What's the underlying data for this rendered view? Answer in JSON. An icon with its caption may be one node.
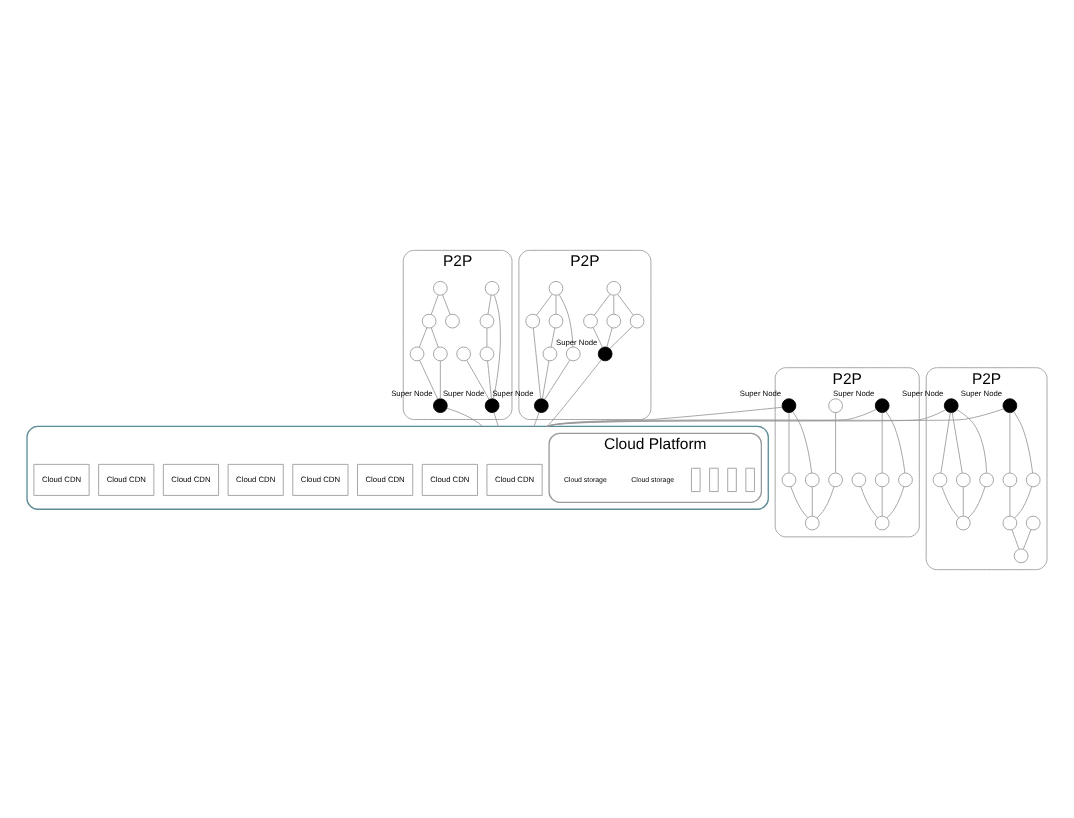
{
  "diagram": {
    "nodes": [
      {
        "text": [
          "P2P"
        ]
      },
      {
        "text": [],
        "shape": "circle",
        "in": 0
      },
      {
        "text": [],
        "shape": "circle",
        "in": 0
      },
      {
        "text": [],
        "shape": "circle",
        "in": 0
      },
      {
        "text": [],
        "shape": "circle",
        "in": 0
      },
      {
        "text": [],
        "shape": "circle",
        "in": 0,
        "beside": [
          "Super Node"
        ]
      },
      {
        "text": [],
        "shape": "circle",
        "in": 0
      },
      {
        "text": [],
        "shape": "circle",
        "in": 0
      },
      {
        "text": [],
        "shape": "circle",
        "in": 0
      },
      {
        "text": [],
        "shape": "circle",
        "in": 0
      },
      {
        "text": [],
        "shape": "circle",
        "in": 0
      },
      {
        "text": [],
        "shape": "circle",
        "in": 0,
        "beside": [
          "Super Node"
        ]
      },
      {
        "text": [
          "P2P"
        ]
      },
      {
        "text": [],
        "shape": "circle",
        "in": 12
      },
      {
        "text": [],
        "shape": "circle",
        "in": 12
      },
      {
        "text": [],
        "shape": "circle",
        "in": 12
      },
      {
        "text": [],
        "shape": "circle",
        "in": 12
      },
      {
        "text": [],
        "shape": "circle",
        "in": 12
      },
      {
        "text": [],
        "shape": "circle",
        "in": 12,
        "beside": [
          "Super Node"
        ]
      },
      {
        "text": [],
        "shape": "circle",
        "in": 12
      },
      {
        "text": [],
        "shape": "circle",
        "in": 12
      },
      {
        "text": [],
        "shape": "circle",
        "in": 12
      },
      {
        "text": [],
        "shape": "circle",
        "in": 12
      },
      {
        "text": [],
        "shape": "circle",
        "in": 12,
        "beside": [
          "Super Node"
        ]
      },
      {
        "text": [],
        "shape": "cloud"
      },
      {
        "text": [
          "Cloud CDN"
        ],
        "in": 24
      },
      {
        "text": [
          "Cloud CDN"
        ],
        "in": 24
      },
      {
        "text": [
          "Cloud CDN"
        ],
        "in": 24
      },
      {
        "text": [
          "Cloud CDN"
        ],
        "in": 24
      },
      {
        "text": [
          "Cloud Platform"
        ],
        "in": 24
      },
      {
        "text": [],
        "shape": "box",
        "in": 29
      },
      {
        "text": [],
        "shape": "box",
        "in": 29
      },
      {
        "text": [],
        "shape": "box",
        "in": 29
      },
      {
        "text": [],
        "shape": "box",
        "in": 29
      },
      {
        "text": [
          "Cloud CDN"
        ],
        "in": 24
      },
      {
        "text": [
          "Cloud CDN"
        ],
        "in": 24
      },
      {
        "text": [
          "Cloud CDN"
        ],
        "in": 24
      },
      {
        "text": [
          "Cloud CDN"
        ],
        "in": 24
      },
      {
        "text": [
          "P2P"
        ]
      },
      {
        "text": [],
        "shape": "circle",
        "in": 38,
        "beside": [
          "Super Node"
        ]
      },
      {
        "text": [],
        "shape": "circle",
        "in": 38
      },
      {
        "text": [],
        "shape": "circle",
        "in": 38
      },
      {
        "text": [],
        "shape": "circle",
        "in": 38
      },
      {
        "text": [],
        "shape": "circle",
        "in": 38
      },
      {
        "text": [],
        "shape": "circle",
        "in": 38,
        "beside": [
          "Super Node"
        ]
      },
      {
        "text": [],
        "shape": "circle",
        "in": 38
      },
      {
        "text": [],
        "shape": "circle",
        "in": 38
      },
      {
        "text": [],
        "shape": "circle",
        "in": 38
      },
      {
        "text": [],
        "shape": "circle",
        "in": 38
      },
      {
        "text": [],
        "shape": "circle",
        "in": 38
      },
      {
        "text": [
          "P2P"
        ]
      },
      {
        "text": [],
        "shape": "circle",
        "in": 50,
        "beside": [
          "Super Node"
        ]
      },
      {
        "text": [],
        "shape": "circle",
        "in": 50
      },
      {
        "text": [],
        "shape": "circle",
        "in": 50
      },
      {
        "text": [],
        "shape": "circle",
        "in": 50
      },
      {
        "text": [],
        "shape": "circle",
        "in": 50
      },
      {
        "text": [],
        "shape": "circle",
        "in": 50
      },
      {
        "text": [],
        "shape": "circle",
        "in": 50,
        "beside": [
          "Super Node"
        ]
      },
      {
        "text": [],
        "shape": "circle",
        "in": 50
      },
      {
        "text": [],
        "shape": "circle",
        "in": 50
      },
      {
        "text": [],
        "shape": "circle",
        "in": 50
      },
      {
        "text": [],
        "shape": "circle",
        "in": 50
      }
    ],
    "edges": [
      {
        "from": 1,
        "to": 3,
        "arrow": "none"
      },
      {
        "from": 3,
        "to": 4,
        "arrow": "none"
      },
      {
        "from": 4,
        "to": 5,
        "arrow": "none"
      },
      {
        "from": 2,
        "to": 5,
        "arrow": "none"
      },
      {
        "from": 1,
        "to": 5,
        "arrow": "none"
      },
      {
        "from": 6,
        "to": 7,
        "arrow": "none"
      },
      {
        "from": 6,
        "to": 9,
        "arrow": "none"
      },
      {
        "from": 7,
        "to": 8,
        "arrow": "none"
      },
      {
        "from": 7,
        "to": 10,
        "arrow": "none"
      },
      {
        "from": 8,
        "to": 11,
        "arrow": "none"
      },
      {
        "from": 10,
        "to": 11,
        "arrow": "none"
      },
      {
        "from": 13,
        "to": 14,
        "arrow": "none"
      },
      {
        "from": 13,
        "to": 16,
        "arrow": "none"
      },
      {
        "from": 13,
        "to": 15,
        "arrow": "none"
      },
      {
        "from": 15,
        "to": 18,
        "arrow": "none"
      },
      {
        "from": 14,
        "to": 18,
        "arrow": "none"
      },
      {
        "from": 16,
        "to": 17,
        "arrow": "none"
      },
      {
        "from": 17,
        "to": 18,
        "arrow": "none"
      },
      {
        "from": 19,
        "to": 20,
        "arrow": "none"
      },
      {
        "from": 19,
        "to": 21,
        "arrow": "none"
      },
      {
        "from": 19,
        "to": 22,
        "arrow": "none"
      },
      {
        "from": 21,
        "to": 23,
        "arrow": "none"
      },
      {
        "from": 20,
        "to": 23,
        "arrow": "none"
      },
      {
        "from": 22,
        "to": 23,
        "arrow": "none"
      },
      {
        "from": 39,
        "to": 40,
        "arrow": "none"
      },
      {
        "from": 39,
        "to": 41,
        "arrow": "none"
      },
      {
        "from": 40,
        "to": 43,
        "arrow": "none"
      },
      {
        "from": 41,
        "to": 43,
        "arrow": "none"
      },
      {
        "from": 42,
        "to": 43,
        "arrow": "none"
      },
      {
        "from": 44,
        "to": 47,
        "arrow": "none"
      },
      {
        "from": 44,
        "to": 48,
        "arrow": "none"
      },
      {
        "from": 45,
        "to": 46,
        "arrow": "none"
      },
      {
        "from": 46,
        "to": 49,
        "arrow": "none"
      },
      {
        "from": 47,
        "to": 49,
        "arrow": "none"
      },
      {
        "from": 48,
        "to": 49,
        "arrow": "none"
      },
      {
        "from": 51,
        "to": 52,
        "arrow": "none"
      },
      {
        "from": 51,
        "to": 54,
        "arrow": "none"
      },
      {
        "from": 52,
        "to": 55,
        "arrow": "none"
      },
      {
        "from": 54,
        "to": 55,
        "arrow": "none"
      },
      {
        "from": 53,
        "to": 56,
        "arrow": "none"
      },
      {
        "from": 55,
        "to": 56,
        "arrow": "none"
      },
      {
        "from": 57,
        "to": 58,
        "arrow": "none"
      },
      {
        "from": 57,
        "to": 59,
        "arrow": "none"
      },
      {
        "from": 57,
        "to": 60,
        "arrow": "none"
      },
      {
        "from": 58,
        "to": 61,
        "arrow": "none"
      },
      {
        "from": 59,
        "to": 61,
        "arrow": "none"
      },
      {
        "from": 60,
        "to": 61,
        "arrow": "none"
      },
      {
        "from": 5,
        "to": 24,
        "arrow": "none"
      },
      {
        "from": 11,
        "to": 24,
        "arrow": "none"
      },
      {
        "from": 18,
        "to": 24,
        "arrow": "none"
      },
      {
        "from": 23,
        "to": 24,
        "arrow": "none"
      },
      {
        "from": 39,
        "to": 24,
        "arrow": "none"
      },
      {
        "from": 44,
        "to": 24,
        "arrow": "none"
      },
      {
        "from": 51,
        "to": 24,
        "arrow": "none"
      },
      {
        "from": 57,
        "to": 24,
        "arrow": "none"
      }
    ],
    "labels": [
      "Cloud storage",
      "Cloud storage"
    ]
  }
}
